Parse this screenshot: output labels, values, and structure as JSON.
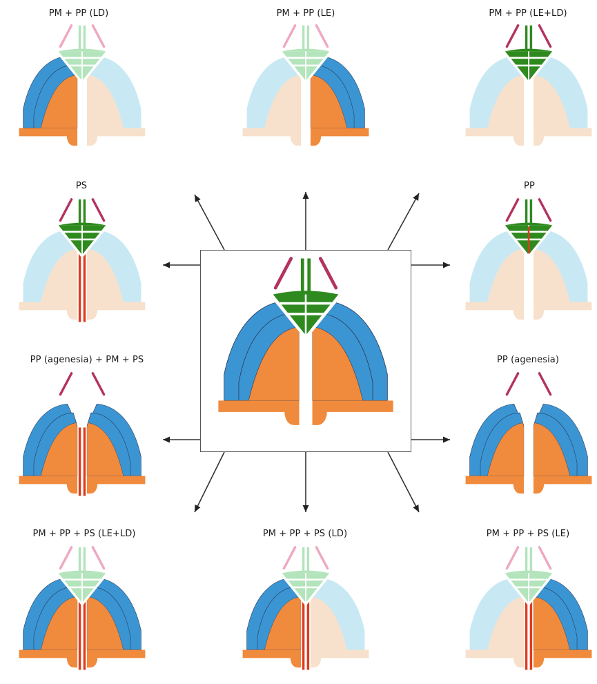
{
  "colors": {
    "blue": "#3b95d3",
    "light_blue": "#c8e9f4",
    "orange": "#f08a3c",
    "light_orange": "#f7e1cc",
    "dark_green": "#2e8a1e",
    "light_green": "#b3e4bb",
    "maroon": "#b3335f",
    "pink": "#eea8c0",
    "red": "#e03a1e",
    "outline": "#2a3a5a"
  },
  "central": {
    "name": "normal-palate-model"
  },
  "panels": [
    {
      "key": "ld",
      "label": "PM + PP (LD)",
      "bones": "light",
      "left": "normal",
      "right": "light",
      "red_left": true,
      "red_right": false,
      "premax_red": false,
      "midline_red": false,
      "agenesis": false,
      "vomer": "pink"
    },
    {
      "key": "le",
      "label": "PM + PP (LE)",
      "bones": "light",
      "left": "light",
      "right": "normal",
      "red_left": false,
      "red_right": true,
      "premax_red": false,
      "midline_red": false,
      "agenesis": false,
      "vomer": "pink"
    },
    {
      "key": "le_ld",
      "label": "PM + PP (LE+LD)",
      "bones": "dark",
      "left": "light",
      "right": "light",
      "red_left": true,
      "red_right": true,
      "premax_red": false,
      "midline_red": false,
      "agenesis": false,
      "vomer": "maroon"
    },
    {
      "key": "ps",
      "label": "PS",
      "bones": "dark",
      "left": "light",
      "right": "light",
      "red_left": false,
      "red_right": false,
      "premax_red": false,
      "midline_red": true,
      "agenesis": false,
      "vomer": "maroon"
    },
    {
      "key": "pp",
      "label": "PP",
      "bones": "dark",
      "left": "light",
      "right": "light",
      "red_left": false,
      "red_right": false,
      "premax_red": true,
      "midline_red": false,
      "agenesis": false,
      "vomer": "maroon"
    },
    {
      "key": "agenesis_pm_ps",
      "label": "PP (agenesia) + PM + PS",
      "bones": "none",
      "left": "normal",
      "right": "normal",
      "red_left": false,
      "red_right": false,
      "premax_red": false,
      "midline_red": true,
      "agenesis": true,
      "vomer": "maroon"
    },
    {
      "key": "agenesis",
      "label": "PP (agenesia)",
      "bones": "none",
      "left": "normal",
      "right": "normal",
      "red_left": false,
      "red_right": false,
      "premax_red": false,
      "midline_red": false,
      "agenesis": true,
      "vomer": "maroon"
    },
    {
      "key": "ps_le_ld",
      "label": "PM + PP + PS (LE+LD)",
      "bones": "light",
      "left": "normal",
      "right": "normal",
      "red_left": true,
      "red_right": true,
      "premax_red": false,
      "midline_red": true,
      "agenesis": false,
      "vomer": "pink"
    },
    {
      "key": "ps_ld",
      "label": "PM + PP + PS (LD)",
      "bones": "light",
      "left": "normal",
      "right": "light",
      "red_left": true,
      "red_right": false,
      "premax_red": false,
      "midline_red": true,
      "agenesis": false,
      "vomer": "pink"
    },
    {
      "key": "ps_le",
      "label": "PM + PP + PS (LE)",
      "bones": "light",
      "left": "light",
      "right": "normal",
      "red_left": false,
      "red_right": true,
      "premax_red": false,
      "midline_red": true,
      "agenesis": false,
      "vomer": "pink"
    }
  ]
}
